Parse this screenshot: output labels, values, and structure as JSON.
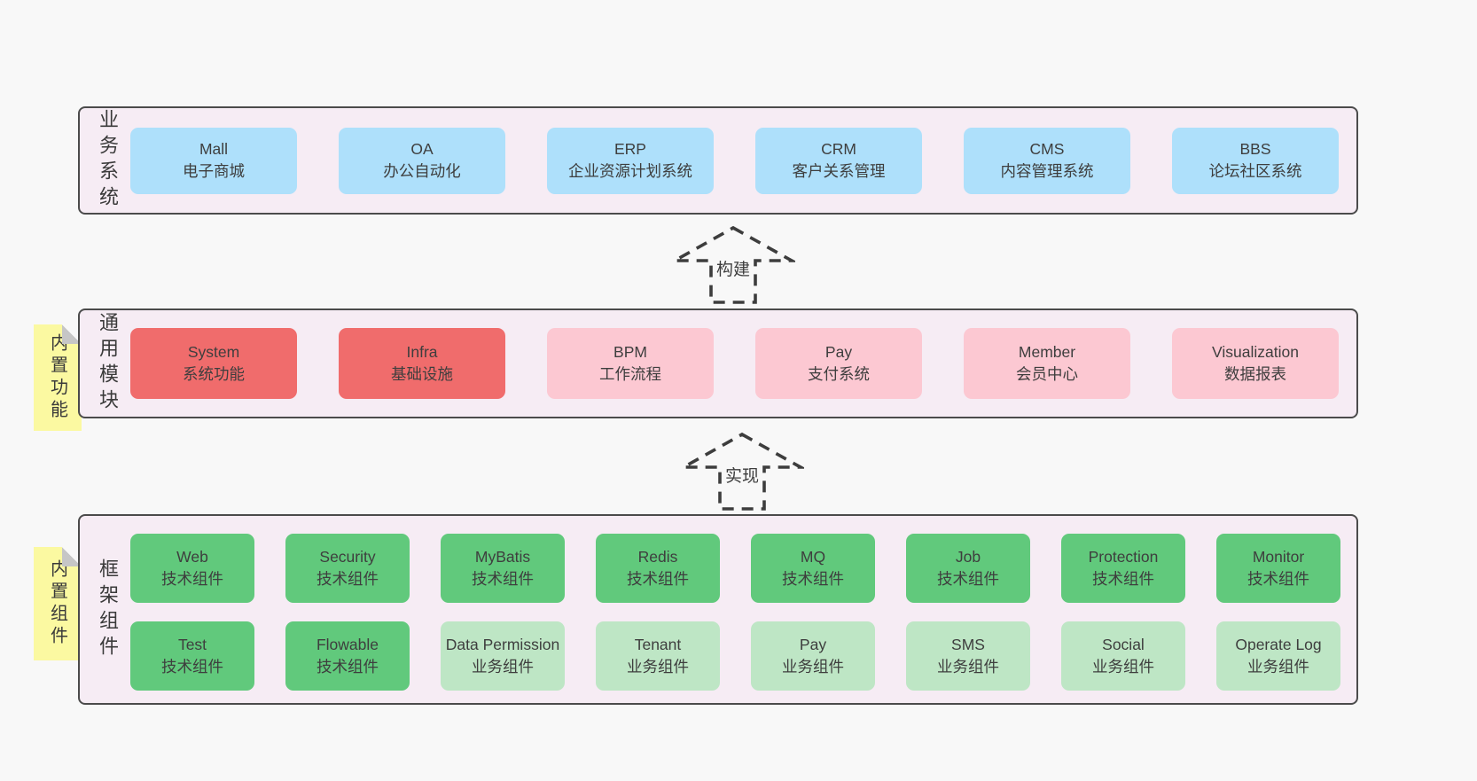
{
  "colors": {
    "page_bg": "#f8f8f8",
    "layer_bg": "#f6ecf4",
    "layer_border": "#4b4b4b",
    "blue": "#aee0fb",
    "red": "#f06c6c",
    "pink": "#fcc8d2",
    "green": "#61c97c",
    "light_green": "#bee6c5",
    "sticky_yellow": "#fbf9a1",
    "fold_gray": "#c6c6c6",
    "text": "#3e3e3e"
  },
  "arrows": {
    "build": "构建",
    "implement": "实现"
  },
  "layers": {
    "business": {
      "label": "业务系统",
      "boxes": [
        {
          "name": "Mall",
          "desc": "电子商城",
          "variant": "blue"
        },
        {
          "name": "OA",
          "desc": "办公自动化",
          "variant": "blue"
        },
        {
          "name": "ERP",
          "desc": "企业资源计划系统",
          "variant": "blue"
        },
        {
          "name": "CRM",
          "desc": "客户关系管理",
          "variant": "blue"
        },
        {
          "name": "CMS",
          "desc": "内容管理系统",
          "variant": "blue"
        },
        {
          "name": "BBS",
          "desc": "论坛社区系统",
          "variant": "blue"
        }
      ]
    },
    "modules": {
      "label": "通用模块",
      "sticky": "内置功能",
      "boxes": [
        {
          "name": "System",
          "desc": "系统功能",
          "variant": "red"
        },
        {
          "name": "Infra",
          "desc": "基础设施",
          "variant": "red"
        },
        {
          "name": "BPM",
          "desc": "工作流程",
          "variant": "pink"
        },
        {
          "name": "Pay",
          "desc": "支付系统",
          "variant": "pink"
        },
        {
          "name": "Member",
          "desc": "会员中心",
          "variant": "pink"
        },
        {
          "name": "Visualization",
          "desc": "数据报表",
          "variant": "pink"
        }
      ]
    },
    "components": {
      "label": "框架组件",
      "sticky": "内置组件",
      "rows": [
        [
          {
            "name": "Web",
            "desc": "技术组件",
            "variant": "green"
          },
          {
            "name": "Security",
            "desc": "技术组件",
            "variant": "green"
          },
          {
            "name": "MyBatis",
            "desc": "技术组件",
            "variant": "green"
          },
          {
            "name": "Redis",
            "desc": "技术组件",
            "variant": "green"
          },
          {
            "name": "MQ",
            "desc": "技术组件",
            "variant": "green"
          },
          {
            "name": "Job",
            "desc": "技术组件",
            "variant": "green"
          },
          {
            "name": "Protection",
            "desc": "技术组件",
            "variant": "green"
          },
          {
            "name": "Monitor",
            "desc": "技术组件",
            "variant": "green"
          }
        ],
        [
          {
            "name": "Test",
            "desc": "技术组件",
            "variant": "green"
          },
          {
            "name": "Flowable",
            "desc": "技术组件",
            "variant": "green"
          },
          {
            "name": "Data Permission",
            "desc": "业务组件",
            "variant": "light_green"
          },
          {
            "name": "Tenant",
            "desc": "业务组件",
            "variant": "light_green"
          },
          {
            "name": "Pay",
            "desc": "业务组件",
            "variant": "light_green"
          },
          {
            "name": "SMS",
            "desc": "业务组件",
            "variant": "light_green"
          },
          {
            "name": "Social",
            "desc": "业务组件",
            "variant": "light_green"
          },
          {
            "name": "Operate Log",
            "desc": "业务组件",
            "variant": "light_green"
          }
        ]
      ]
    }
  }
}
